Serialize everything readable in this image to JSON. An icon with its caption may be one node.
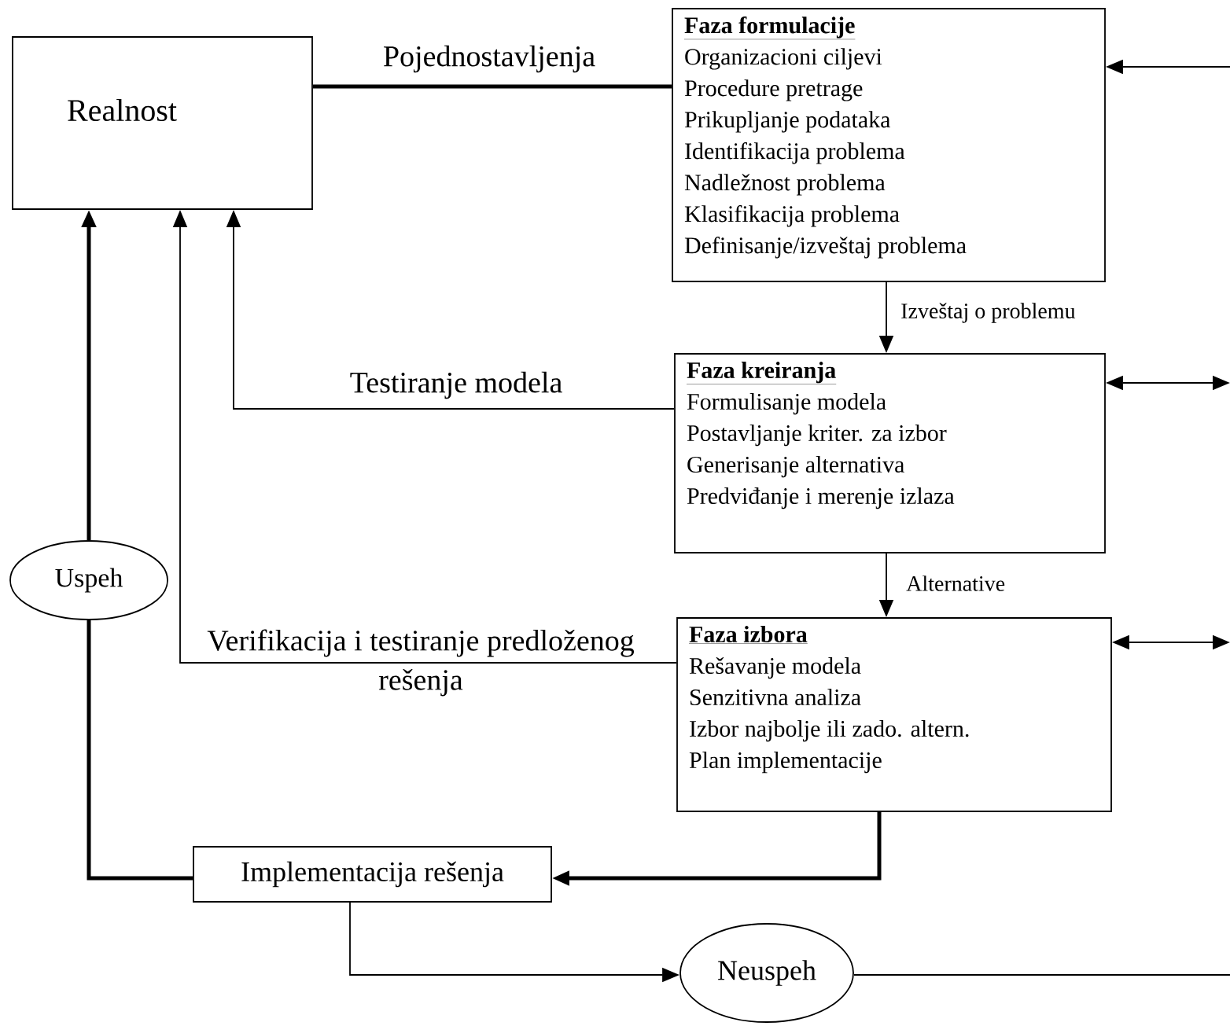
{
  "diagram": {
    "nodes": [
      {
        "text": [
          "Realnost"
        ]
      },
      {
        "text": [
          "Faza formulacije",
          "Organizacioni ciljevi",
          "Procedure pretrage",
          "Prikupljanje podataka",
          "Identifikacija problema",
          "Nadležnost problema",
          "Klasifikacija problema",
          "Definisanje/izveštaj problema"
        ]
      },
      {
        "text": [
          "Faza kreiranja",
          "Formulisanje modela",
          "Postavljanje kriter. za izbor",
          "Generisanje alternativa",
          "Predviđanje i merenje izlaza"
        ]
      },
      {
        "text": [
          "Faza izbora",
          "Rešavanje modela",
          "Senzitivna analiza",
          "Izbor najbolje ili zado. altern.",
          "Plan implementacije"
        ]
      },
      {
        "text": [
          "Uspeh"
        ]
      },
      {
        "text": [
          "Implementacija rešenja"
        ]
      },
      {
        "text": [
          "Neuspeh"
        ]
      }
    ],
    "edges": [
      {
        "from": 1,
        "to": 0,
        "arrow": "none",
        "style": "thick",
        "label": "Pojednostavljenja"
      },
      {
        "from": 1,
        "to": 2,
        "arrow": "to",
        "label": "Izveštaj o problemu"
      },
      {
        "from": 2,
        "to": 0,
        "arrow": "to",
        "label": "Testiranje modela"
      },
      {
        "from": 3,
        "to": 0,
        "arrow": "to",
        "label": "Verifikacija i testiranje predloženog rešenja"
      },
      {
        "from": 2,
        "to": 3,
        "arrow": "to",
        "label": "Alternative"
      },
      {
        "from": 3,
        "to": 5,
        "arrow": "to",
        "style": "thick"
      },
      {
        "from": 5,
        "to": 4,
        "arrow": "none",
        "style": "thick"
      },
      {
        "from": 4,
        "to": 0,
        "arrow": "to",
        "style": "thick"
      },
      {
        "from": 5,
        "to": 6,
        "arrow": "to"
      },
      {
        "from": 6,
        "to": null,
        "arrow": "none"
      },
      {
        "from": null,
        "to": 1,
        "arrow": "to"
      },
      {
        "from": 2,
        "to": null,
        "arrow": "both"
      },
      {
        "from": 3,
        "to": null,
        "arrow": "both"
      }
    ]
  }
}
